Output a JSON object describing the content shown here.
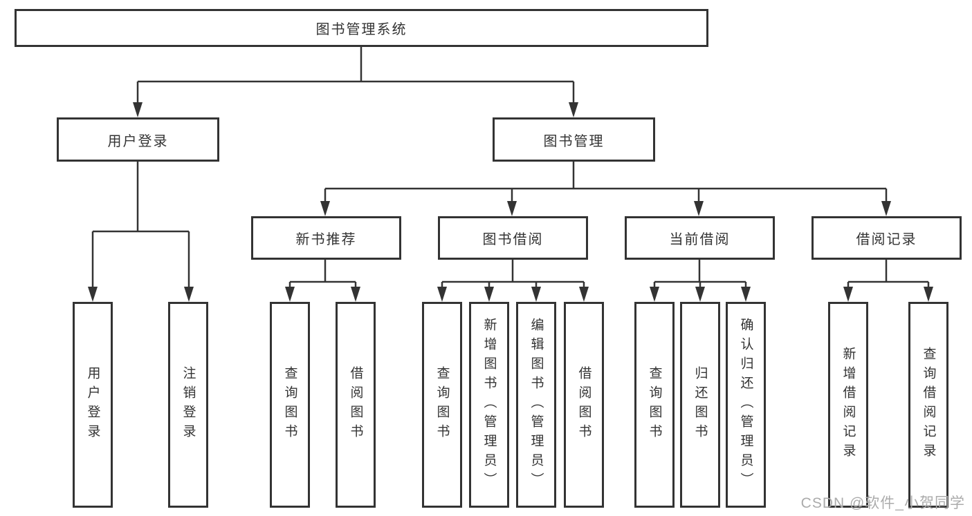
{
  "colors": {
    "line": "#333333",
    "text": "#333333",
    "background": "#ffffff",
    "watermark": "#ababab"
  },
  "root": {
    "label": "图书管理系统"
  },
  "branches": {
    "user_login": {
      "label": "用户登录",
      "children": [
        {
          "label": "用户登录"
        },
        {
          "label": "注销登录"
        }
      ]
    },
    "book_mgmt": {
      "label": "图书管理",
      "children": [
        {
          "label": "新书推荐",
          "children": [
            {
              "label": "查询图书"
            },
            {
              "label": "借阅图书"
            }
          ]
        },
        {
          "label": "图书借阅",
          "children": [
            {
              "label": "查询图书"
            },
            {
              "label": "新增图书（管理员）"
            },
            {
              "label": "编辑图书（管理员）"
            },
            {
              "label": "借阅图书"
            }
          ]
        },
        {
          "label": "当前借阅",
          "children": [
            {
              "label": "查询图书"
            },
            {
              "label": "归还图书"
            },
            {
              "label": "确认归还（管理员）"
            }
          ]
        },
        {
          "label": "借阅记录",
          "children": [
            {
              "label": "新增借阅记录"
            },
            {
              "label": "查询借阅记录"
            }
          ]
        }
      ]
    }
  },
  "watermark": {
    "text": "CSDN @软件_小贺同学"
  }
}
